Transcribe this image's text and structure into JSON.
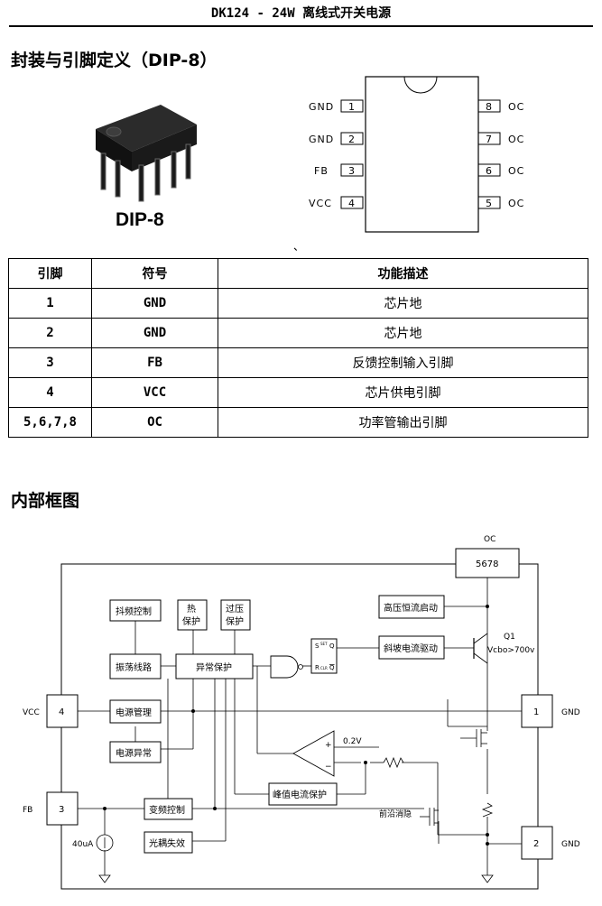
{
  "header": {
    "title": "DK124 -  24W 离线式开关电源"
  },
  "section_package": {
    "title": "封装与引脚定义（DIP-8）",
    "chip_label": "DIP-8"
  },
  "pinout": {
    "left": [
      {
        "name": "GND",
        "num": "1"
      },
      {
        "name": "GND",
        "num": "2"
      },
      {
        "name": "FB",
        "num": "3"
      },
      {
        "name": "VCC",
        "num": "4"
      }
    ],
    "right": [
      {
        "num": "8",
        "name": "OC"
      },
      {
        "num": "7",
        "name": "OC"
      },
      {
        "num": "6",
        "name": "OC"
      },
      {
        "num": "5",
        "name": "OC"
      }
    ]
  },
  "stray_mark": "、",
  "pin_table": {
    "headers": [
      "引脚",
      "符号",
      "功能描述"
    ],
    "rows": [
      {
        "pin": "1",
        "symbol": "GND",
        "desc": "芯片地"
      },
      {
        "pin": "2",
        "symbol": "GND",
        "desc": "芯片地"
      },
      {
        "pin": "3",
        "symbol": "FB",
        "desc": "反馈控制输入引脚"
      },
      {
        "pin": "4",
        "symbol": "VCC",
        "desc": "芯片供电引脚"
      },
      {
        "pin": "5,6,7,8",
        "symbol": "OC",
        "desc": "功率管输出引脚"
      }
    ]
  },
  "section_block": {
    "title": "内部框图"
  },
  "diagram": {
    "oc_label": "OC",
    "oc_pins": "5678",
    "vcc_label": "VCC",
    "vcc_pin": "4",
    "fb_label": "FB",
    "fb_pin": "3",
    "gnd1_label": "GND",
    "gnd1_pin": "1",
    "gnd2_label": "GND",
    "gnd2_pin": "2",
    "blocks": {
      "jitter": "抖频控制",
      "thermal_1": "热",
      "thermal_2": "保护",
      "ovp_1": "过压",
      "ovp_2": "保护",
      "hv_start": "高压恒流启动",
      "oscillator": "振荡线路",
      "fault": "异常保护",
      "slope": "斜坡电流驱动",
      "power_mgmt": "电源管理",
      "power_fault": "电源异常",
      "freq_ctrl": "变频控制",
      "opto_fail": "光耦失效",
      "peak_ocp": "峰值电流保护"
    },
    "ff_s": "S",
    "ff_r": "R",
    "ff_set": "SET",
    "ff_clr": "CLR",
    "ff_q": "Q",
    "ff_qbar": "Q",
    "ref_voltage": "0.2V",
    "plus": "+",
    "minus": "−",
    "q1_name": "Q1",
    "q1_rating": "Vcbo>700v",
    "leb": "前沿消隐",
    "current_source": "40uA"
  }
}
